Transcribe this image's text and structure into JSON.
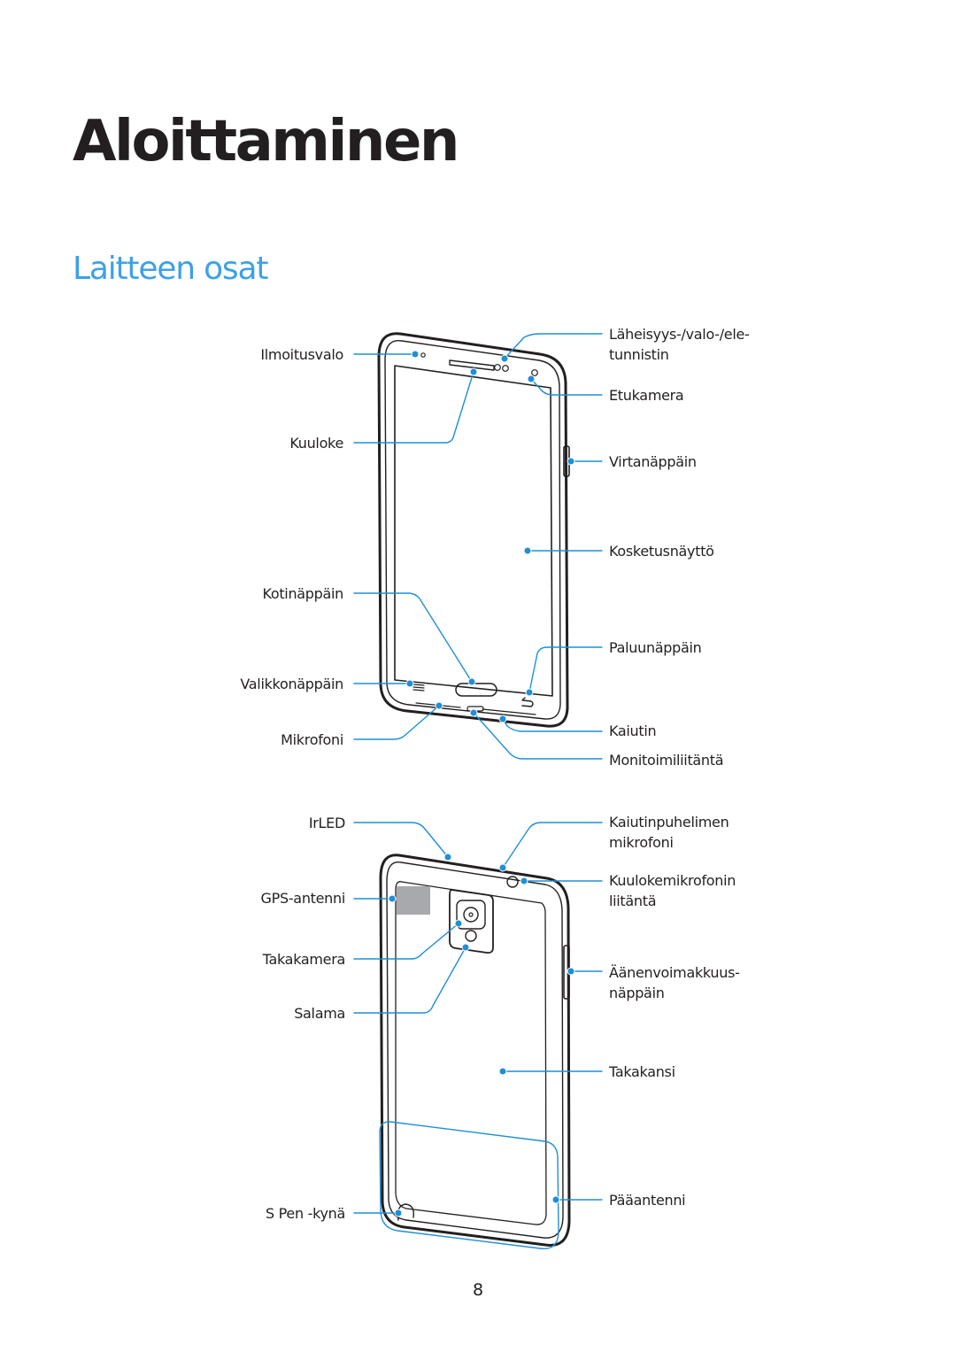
{
  "chapter_title": "Aloittaminen",
  "section_title": "Laitteen osat",
  "front_labels": {
    "notification_light": "Ilmoitusvalo",
    "earpiece": "Kuuloke",
    "home_button": "Kotinäppäin",
    "menu_button": "Valikkonäppäin",
    "microphone": "Mikrofoni",
    "sensor_line1": "Läheisyys-/valo-/ele-",
    "sensor_line2": "tunnistin",
    "front_camera": "Etukamera",
    "power_button": "Virtanäppäin",
    "touchscreen": "Kosketusnäyttö",
    "back_button": "Paluunäppäin",
    "speaker": "Kaiutin",
    "multipurpose_jack": "Monitoimiliitäntä"
  },
  "rear_labels": {
    "irled": "IrLED",
    "gps_antenna": "GPS-antenni",
    "rear_camera": "Takakamera",
    "flash": "Salama",
    "s_pen": "S Pen -kynä",
    "speakerphone_mic_line1": "Kaiutinpuhelimen",
    "speakerphone_mic_line2": "mikrofoni",
    "headset_jack_line1": "Kuulokemikrofonin",
    "headset_jack_line2": "liitäntä",
    "volume_key_line1": "Äänenvoimakkuus-",
    "volume_key_line2": "näppäin",
    "back_cover": "Takakansi",
    "main_antenna": "Pääantenni"
  },
  "colors": {
    "accent": "#3da1e6",
    "callout": "#1f8fd6",
    "text": "#231f20"
  },
  "page_number": "8"
}
